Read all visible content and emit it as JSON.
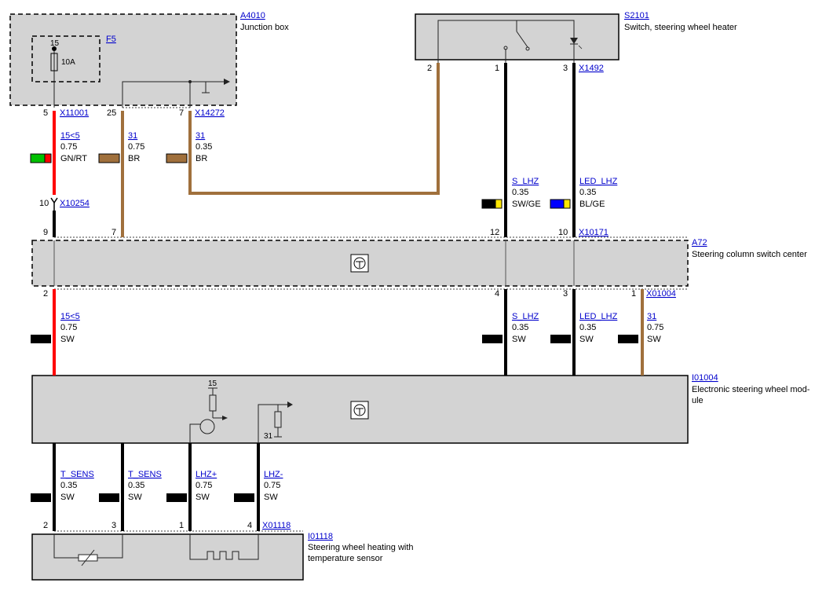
{
  "components": {
    "a4010": {
      "id": "A4010",
      "name": "Junction box"
    },
    "f5": {
      "id": "F5",
      "pin": "15",
      "rating": "10A"
    },
    "s2101": {
      "id": "S2101",
      "name": "Switch, steering wheel heater"
    },
    "a72": {
      "id": "A72",
      "name": "Steering column switch center"
    },
    "i01004": {
      "id": "I01004",
      "name_line1": "Electronic steering wheel mod-",
      "name_line2": "ule",
      "pin15": "15",
      "pin31": "31"
    },
    "i01118": {
      "id": "I01118",
      "name_line1": "Steering wheel heating with",
      "name_line2": "temperature sensor"
    }
  },
  "connectors": {
    "x11001": "X11001",
    "x14272": "X14272",
    "x1492": "X1492",
    "x10254": "X10254",
    "x10171": "X10171",
    "x01004": "X01004",
    "x01118": "X01118"
  },
  "pins": {
    "jb_5": "5",
    "jb_25": "25",
    "jb_7": "7",
    "sw_2": "2",
    "sw_1": "1",
    "sw_3": "3",
    "x10254_10": "10",
    "a72_9": "9",
    "a72_7": "7",
    "a72_12": "12",
    "a72_10": "10",
    "a72_2": "2",
    "a72_4": "4",
    "a72_3": "3",
    "a72_1": "1",
    "sh_2": "2",
    "sh_3": "3",
    "sh_1": "1",
    "sh_4": "4"
  },
  "wires": {
    "w15_top": {
      "signal": "15<5",
      "size": "0.75",
      "color": "GN/RT"
    },
    "w31_a": {
      "signal": "31",
      "size": "0.75",
      "color": "BR"
    },
    "w31_b": {
      "signal": "31",
      "size": "0.35",
      "color": "BR"
    },
    "w_slhz_top": {
      "signal": "S_LHZ",
      "size": "0.35",
      "color": "SW/GE"
    },
    "w_led_top": {
      "signal": "LED_LHZ",
      "size": "0.35",
      "color": "BL/GE"
    },
    "w15_mid": {
      "signal": "15<5",
      "size": "0.75",
      "color": "SW"
    },
    "w_slhz_mid": {
      "signal": "S_LHZ",
      "size": "0.35",
      "color": "SW"
    },
    "w_led_mid": {
      "signal": "LED_LHZ",
      "size": "0.35",
      "color": "SW"
    },
    "w31_mid": {
      "signal": "31",
      "size": "0.75",
      "color": "SW"
    },
    "w_tsens1": {
      "signal": "T_SENS",
      "size": "0.35",
      "color": "SW"
    },
    "w_tsens2": {
      "signal": "T_SENS",
      "size": "0.35",
      "color": "SW"
    },
    "w_lhzp": {
      "signal": "LHZ+",
      "size": "0.75",
      "color": "SW"
    },
    "w_lhzm": {
      "signal": "LHZ-",
      "size": "0.75",
      "color": "SW"
    }
  },
  "colors": {
    "red": "#ff0000",
    "brown": "#a0703c",
    "black": "#000000",
    "green": "#00c000",
    "yellow": "#ffe600",
    "blue": "#0000ff",
    "grey": "#d3d3d3"
  }
}
